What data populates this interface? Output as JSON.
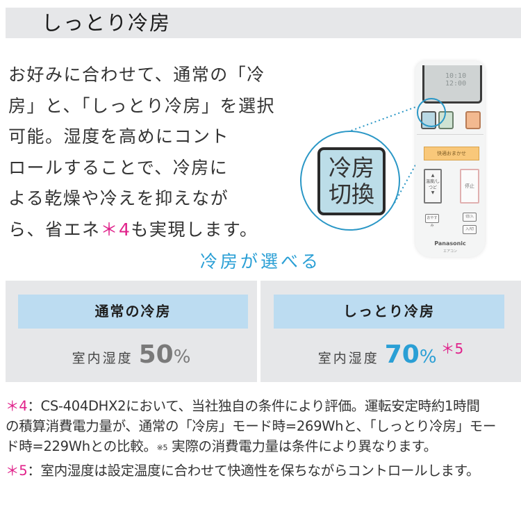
{
  "header": {
    "title": "しっとり冷房"
  },
  "intro": {
    "lines": [
      "お好みに合わせて、通常の「冷",
      "房」と、「しっとり冷房」を選択",
      "可能。湿度を高めにコント",
      "ロールすることで、冷房に",
      "よる乾燥や冷えを抑えなが"
    ],
    "last_line_before": "ら、省エネ",
    "last_line_mark": "＊4",
    "last_line_after": "も実現します。"
  },
  "remote": {
    "lcd_time_top": "10:10",
    "lcd_time_bottom": "12:00",
    "orange_bar_label": "快適おまかせ",
    "temp_button_label": "温度/しつど",
    "stop_button_label": "停止",
    "small_buttons": [
      "おやすみ",
      "切/入",
      "入/切"
    ],
    "brand": "Panasonic",
    "brand_sub": "エアコン",
    "zoom_button_line1": "冷房",
    "zoom_button_line2": "切換"
  },
  "subtitle": "冷房が選べる",
  "panels": [
    {
      "heading": "通常の冷房",
      "label": "室内湿度",
      "value": "50",
      "unit": "%",
      "value_color": "#7a7a7a",
      "note": ""
    },
    {
      "heading": "しっとり冷房",
      "label": "室内湿度",
      "value": "70",
      "unit": "%",
      "value_color": "#2a9fd5",
      "note": "＊5"
    }
  ],
  "footnotes": {
    "note4": {
      "mark": "＊4",
      "line1": "：CS-404DHX2において、当社独自の条件により評価。運転安定時約1時間",
      "line2": "の積算消費電力量が、通常の「冷房」モード時=269Whと、「しっとり冷房」モー",
      "line3_before": "ド時=229Whとの比較。",
      "line3_sup": "※5",
      "line3_after": " 実際の消費電力量は条件により異なります。"
    },
    "note5": {
      "mark": "＊5",
      "text": "：室内湿度は設定温度に合わせて快適性を保ちながらコントロールします。"
    }
  },
  "colors": {
    "accent_blue": "#2a9fd5",
    "note_pink": "#e0218a",
    "panel_bg": "#e6e7e9",
    "panel_head_bg": "#bcdcf1"
  }
}
